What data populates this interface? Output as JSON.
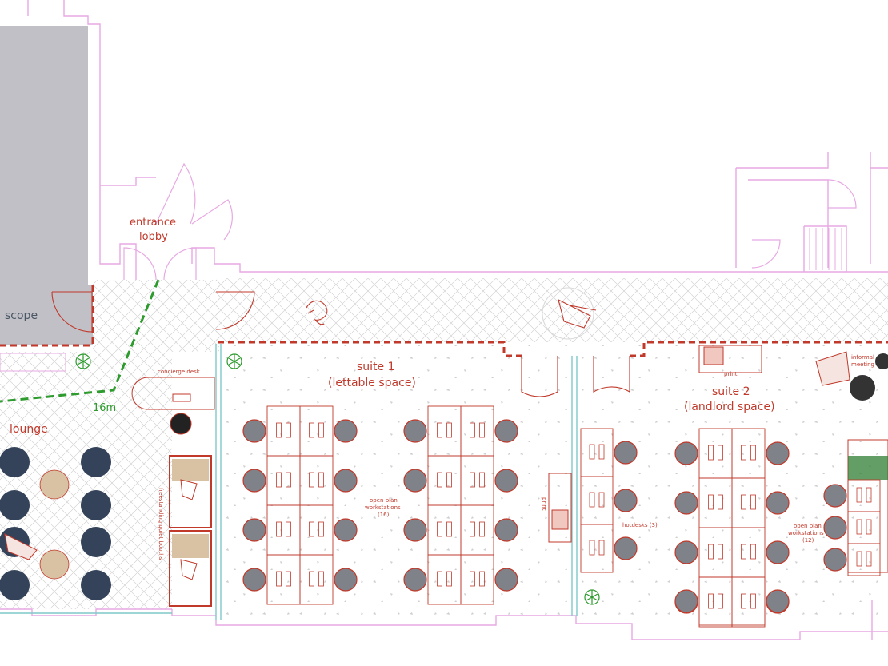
{
  "labels": {
    "entrance_lobby_1": "entrance",
    "entrance_lobby_2": "lobby",
    "scope": "scope",
    "lounge": "lounge",
    "distance": "16m",
    "concierge": "concierge desk",
    "booths": "freestanding quiet booths",
    "suite1_1": "suite 1",
    "suite1_2": "(lettable space)",
    "suite2_1": "suite 2",
    "suite2_2": "(landlord space)",
    "op16_1": "open plan",
    "op16_2": "workstations",
    "op16_3": "(16)",
    "op12_1": "open plan",
    "op12_2": "workstations",
    "op12_3": "(12)",
    "hotdesks": "hotdesks (3)",
    "print": "print",
    "informal_1": "informal",
    "informal_2": "meeting"
  },
  "colors": {
    "wall": "#e7a9e3",
    "red": "#c0392b",
    "chair_grey": "#7f8288",
    "chair_dark": "#34435a",
    "table_tan": "#d9c2a3",
    "block_grey": "#c0c0c6",
    "green_path": "#2e9b2e"
  }
}
